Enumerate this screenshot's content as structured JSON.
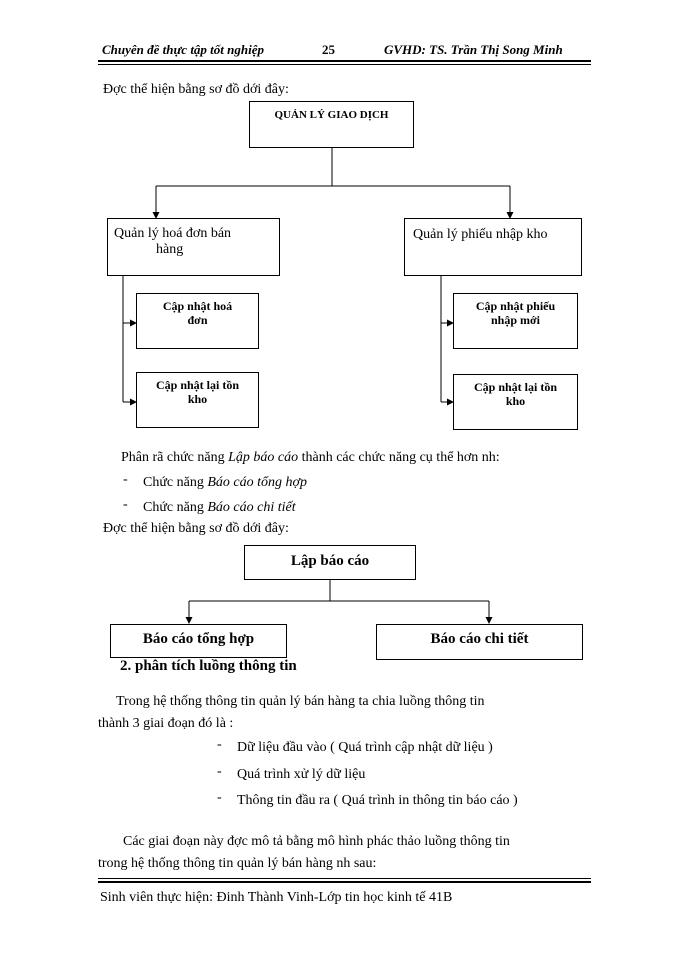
{
  "header": {
    "left": "Chuyên đề thực tập tốt nghiệp",
    "page_number": "25",
    "right": "GVHD: TS. Trần Thị Song Minh"
  },
  "intro1": "Đ­ợc   thể hiện bằng sơ đồ d­ới   đây:",
  "diagram1": {
    "root": "QUẢN LÝ GIAO DỊCH",
    "left_node": {
      "line1": "Quản lý hoá đơn bán",
      "line2": "hàng",
      "children": [
        {
          "line1": "Cập nhật hoá",
          "line2": "đơn"
        },
        {
          "line1": "Cập nhật lại tồn",
          "line2": "kho"
        }
      ]
    },
    "right_node": {
      "label": "Quản lý phiếu nhập kho",
      "children": [
        {
          "line1": "Cập nhật phiếu",
          "line2": "nhập mới"
        },
        {
          "line1": "Cập nhật lại tồn",
          "line2": "kho"
        }
      ]
    }
  },
  "para1": {
    "before": "Phân rã chức năng ",
    "em": "Lập báo cáo",
    "after": " thành các chức năng cụ thể hơn nh­:"
  },
  "bullets1": [
    {
      "prefix": "Chức năng ",
      "em": "Báo cáo tổng hợp"
    },
    {
      "prefix": "Chức năng ",
      "em": "Báo cáo chi tiết"
    }
  ],
  "intro2": "Đ­ợc   thể hiện bằng sơ đồ d­ới   đây:",
  "diagram2": {
    "root": "Lập báo cáo",
    "left": "Báo cáo tổng hợp",
    "right": "Báo cáo chi tiết"
  },
  "section_heading": "2.  phân tích luồng thông tin",
  "para2_line1": "Trong hệ thống thông tin quản lý bán hàng ta chia luồng thông tin",
  "para2_line2": "thành 3 giai đoạn đó là :",
  "bullets2": [
    "Dữ liệu đầu vào ( Quá trình cập nhật dữ liệu )",
    "Quá trình xử lý dữ liệu",
    "Thông tin đầu ra ( Quá trình   in thông tin báo cáo )"
  ],
  "para3_line1": "Các giai đoạn này đ­ợc   mô tả bằng mô hình phác thảo luồng thông tin",
  "para3_line2": "trong hệ thống thông tin quản lý bán hàng nh­   sau:",
  "bullet_symbol": "-",
  "footer": "Sinh viên thực hiện: Đinh Thành Vinh-Lớp tin học kinh tế 41B"
}
